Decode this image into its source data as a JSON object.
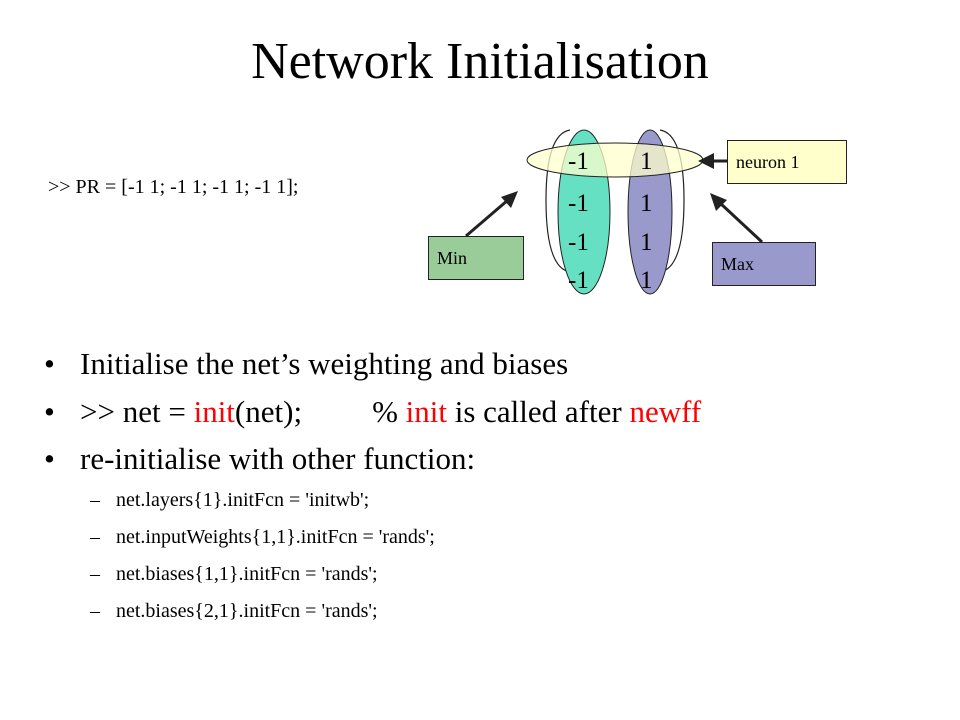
{
  "title": "Network Initialisation",
  "pr_line": ">> PR = [-1 1; -1 1; -1 1; -1 1];",
  "diagram": {
    "min_column": [
      "-1",
      "-1",
      "-1",
      "-1"
    ],
    "max_column": [
      "1",
      "1",
      "1",
      "1"
    ],
    "neuron_label": "neuron 1",
    "min_label": "Min",
    "max_label": "Max",
    "colors": {
      "min_column": "#66e0c2",
      "max_column": "#9999cc",
      "neuron_row": "#ffffcc",
      "min_box": "#99cc99",
      "max_box": "#9999cc"
    }
  },
  "bullets": {
    "b1": "Initialise the net’s weighting and biases",
    "b2_prefix": ">> net = ",
    "b2_init": "init",
    "b2_mid": "(net);",
    "b2_comment_pre": "% ",
    "b2_comment_init": "init",
    "b2_comment_mid": " is called after ",
    "b2_comment_newff": "newff",
    "b3": "re-initialise with other function:",
    "sub": [
      "net.layers{1}.initFcn = 'initwb';",
      "net.inputWeights{1,1}.initFcn = 'rands';",
      "net.biases{1,1}.initFcn = 'rands';",
      "net.biases{2,1}.initFcn = 'rands';"
    ]
  },
  "colors": {
    "highlight_red": "#ff0000"
  }
}
